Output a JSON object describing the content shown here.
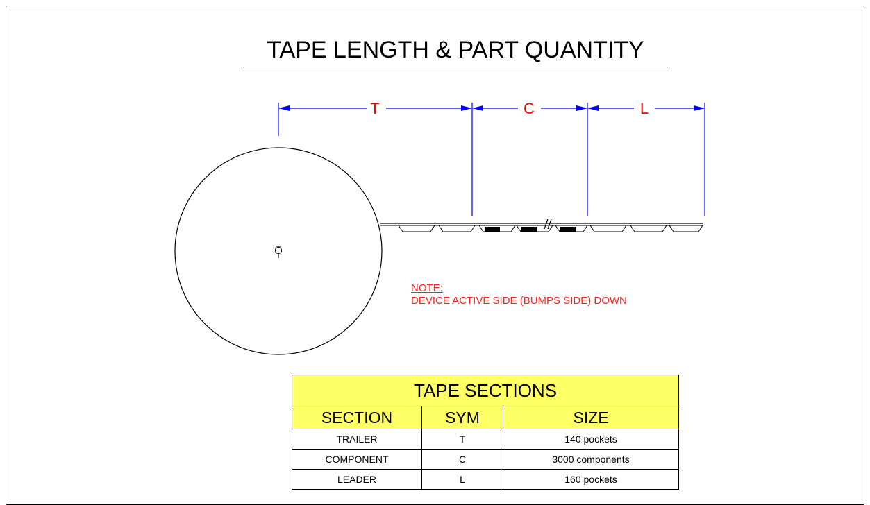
{
  "title": "TAPE LENGTH & PART QUANTITY",
  "dimensions": {
    "trailer_label": "T",
    "component_label": "C",
    "leader_label": "L"
  },
  "note": {
    "heading": "NOTE:",
    "text": "DEVICE ACTIVE SIDE (BUMPS SIDE) DOWN"
  },
  "table": {
    "caption": "TAPE SECTIONS",
    "headers": [
      "SECTION",
      "SYM",
      "SIZE"
    ],
    "rows": [
      [
        "TRAILER",
        "T",
        "140 pockets"
      ],
      [
        "COMPONENT",
        "C",
        "3000 components"
      ],
      [
        "LEADER",
        "L",
        "160 pockets"
      ]
    ]
  },
  "colors": {
    "dimension_line": "#0000ff",
    "dimension_label": "#ff0000",
    "note": "#ff2020",
    "table_header": "#ffff66"
  }
}
